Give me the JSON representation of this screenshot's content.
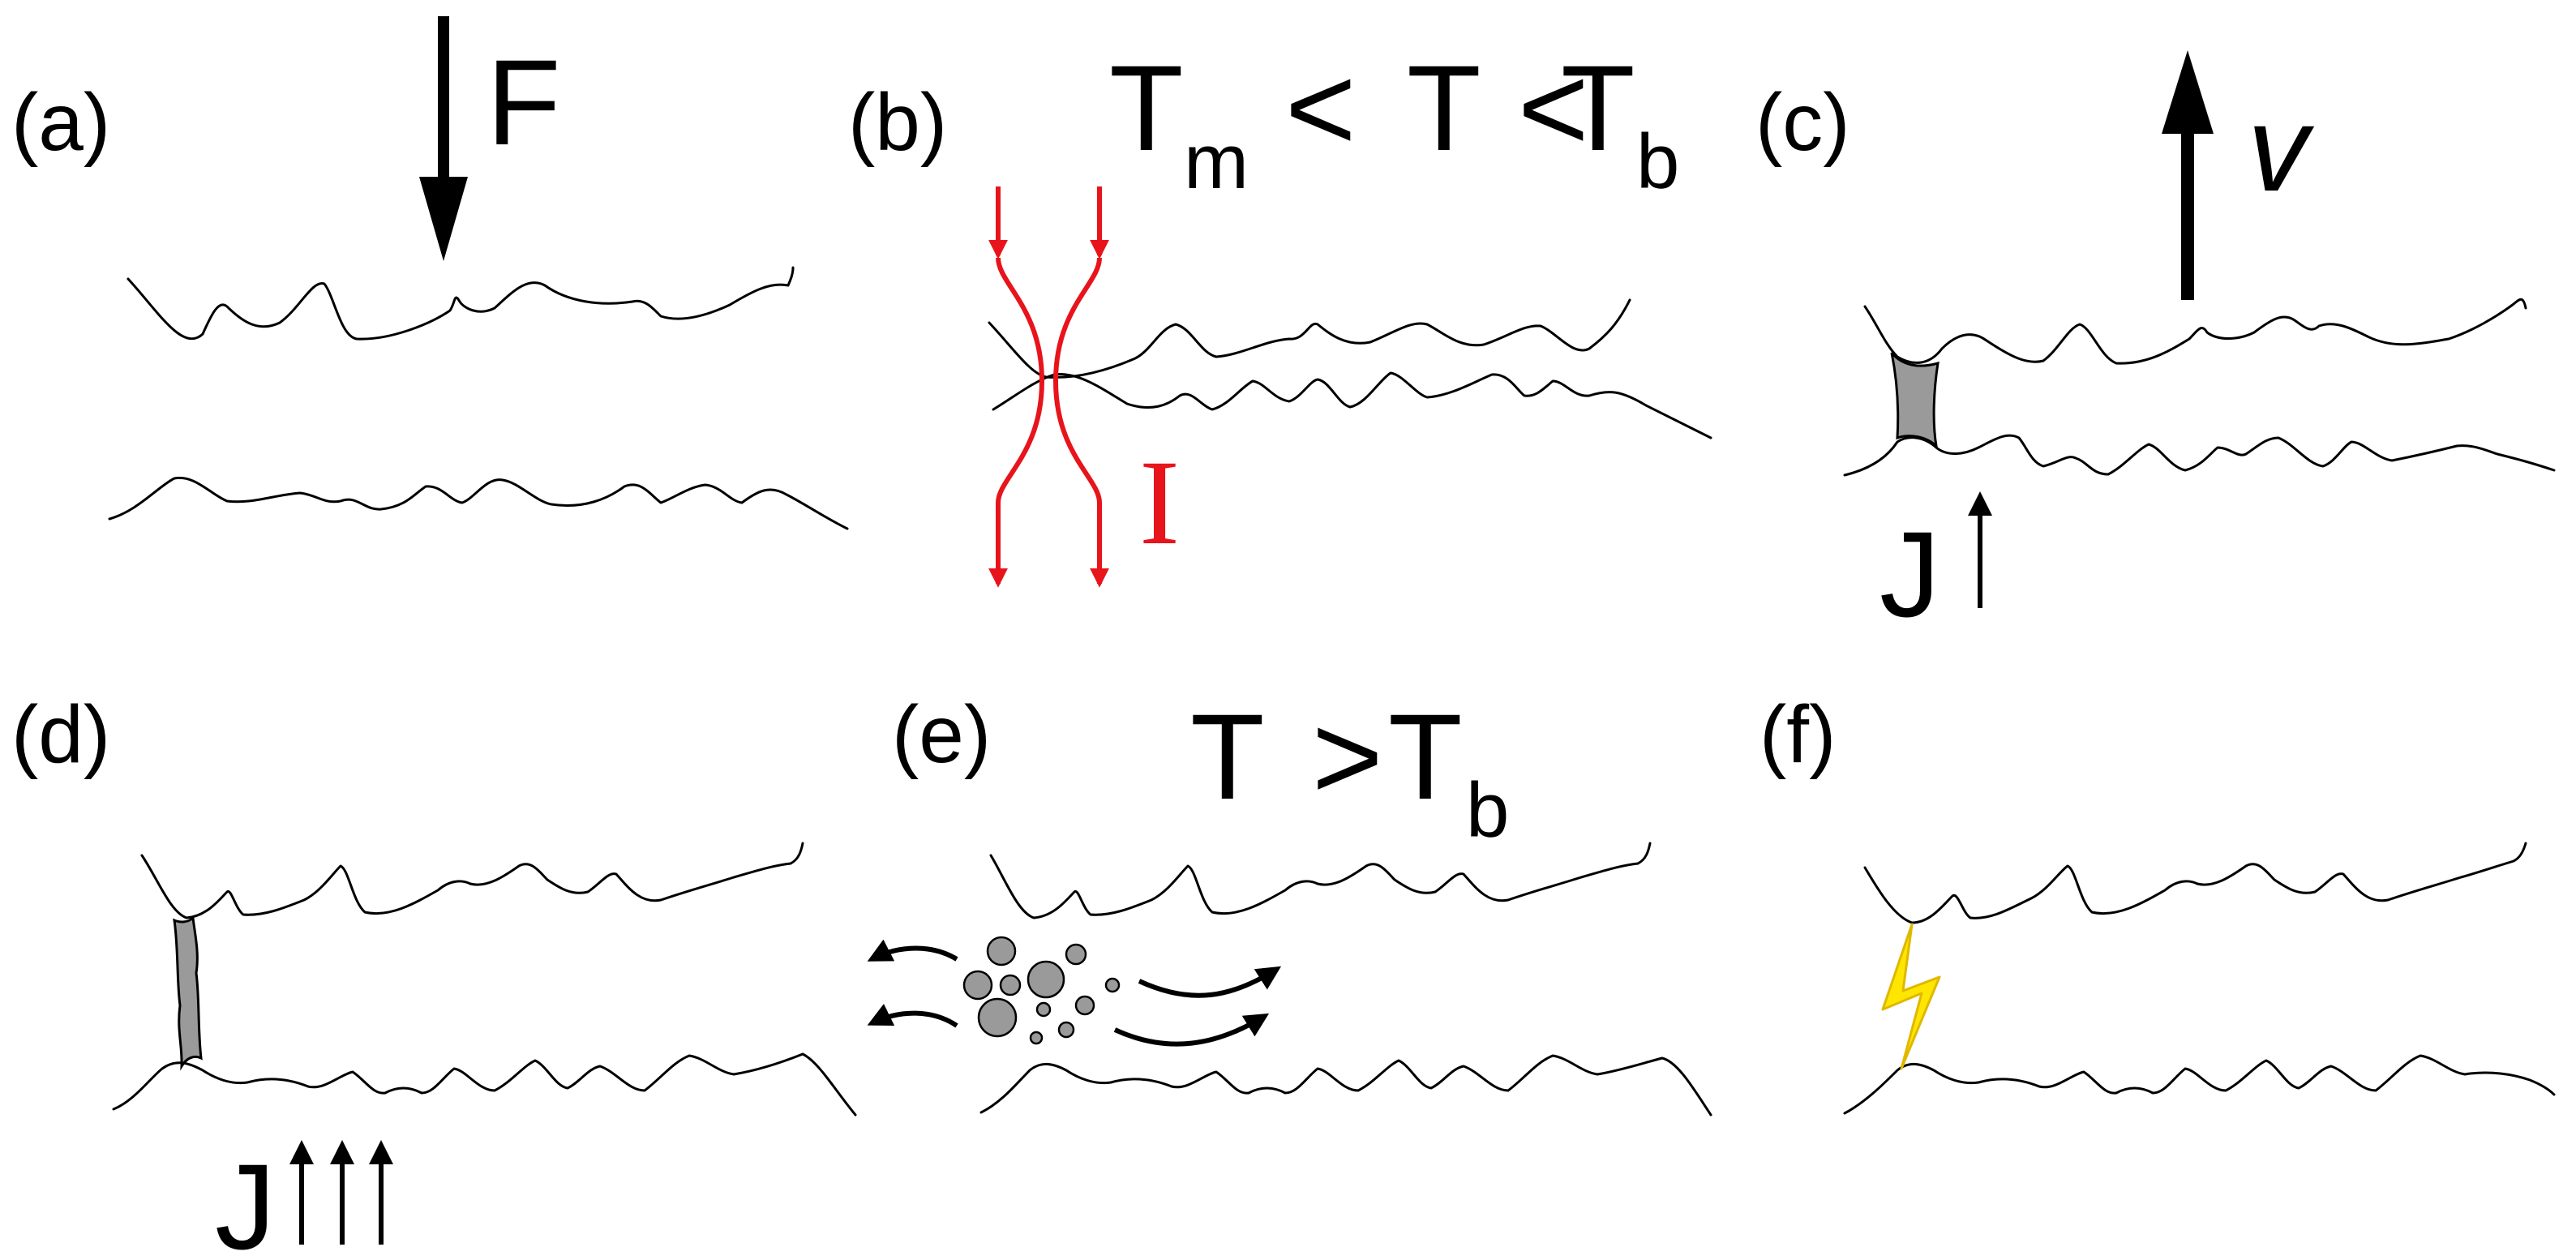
{
  "panels": {
    "a": {
      "label": "(a)",
      "force_symbol": "F"
    },
    "b": {
      "label": "(b)",
      "condition": {
        "T1": "T",
        "T1_sub": "m",
        "lt1": "<",
        "T2": "T",
        "lt2": "<",
        "T3": "T",
        "T3_sub": "b"
      },
      "current_symbol": "I"
    },
    "c": {
      "label": "(c)",
      "velocity_symbol": "v",
      "current_density_symbol": "J"
    },
    "d": {
      "label": "(d)",
      "current_density_symbol": "J"
    },
    "e": {
      "label": "(e)",
      "condition": {
        "T1": "T",
        "gt": ">",
        "T2": "T",
        "T2_sub": "b"
      }
    },
    "f": {
      "label": "(f)"
    }
  },
  "colors": {
    "ink": "#000000",
    "current_red": "#e8141b",
    "molten_gray": "#9a9a9a",
    "spark_yellow": "#ffe600",
    "spark_outline": "#e0b800"
  },
  "icons": {
    "force_arrow": "arrow-down-icon",
    "velocity_arrow": "arrow-up-icon",
    "spark": "lightning-icon",
    "ejecta_arrows": "curved-arrow-icon"
  }
}
